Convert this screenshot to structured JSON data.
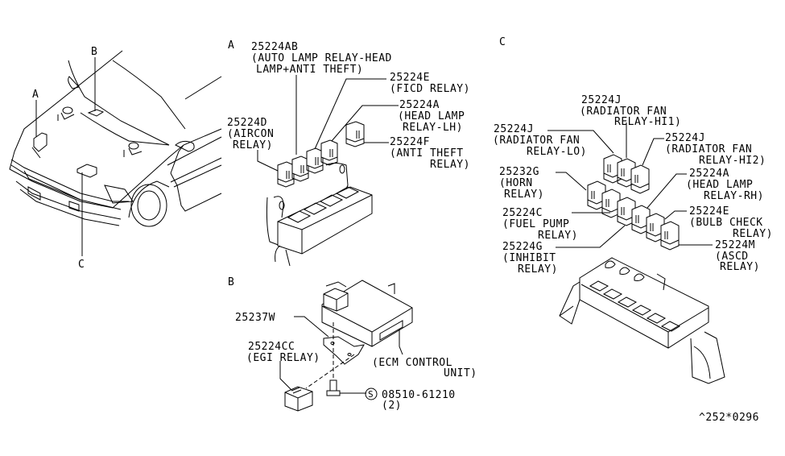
{
  "diagram": {
    "title": "Relay locations",
    "footer_code": "^252*0296",
    "vehicle": {
      "callouts": [
        {
          "id": "A",
          "label": "A"
        },
        {
          "id": "B",
          "label": "B"
        },
        {
          "id": "C",
          "label": "C"
        }
      ]
    },
    "section_a": {
      "heading": "A",
      "parts": [
        {
          "part_no": "25224AB",
          "desc": [
            "(AUTO LAMP RELAY-HEAD",
            "LAMP+ANTI THEFT)"
          ]
        },
        {
          "part_no": "25224E",
          "desc": [
            "(FICD RELAY)"
          ]
        },
        {
          "part_no": "25224A",
          "desc": [
            "(HEAD LAMP",
            "RELAY-LH)"
          ]
        },
        {
          "part_no": "25224D",
          "desc": [
            "(AIRCON",
            "RELAY)"
          ]
        },
        {
          "part_no": "25224F",
          "desc": [
            "(ANTI THEFT",
            "RELAY)"
          ]
        }
      ]
    },
    "section_b": {
      "heading": "B",
      "parts": [
        {
          "part_no": "25237W",
          "desc": []
        },
        {
          "part_no": "25224CC",
          "desc": [
            "(EGI RELAY)"
          ]
        },
        {
          "part_no": "",
          "desc": [
            "(ECM CONTROL",
            "UNIT)"
          ]
        },
        {
          "part_no": "08510-61210",
          "desc": [
            "(2)"
          ],
          "symbol": "S"
        }
      ]
    },
    "section_c": {
      "heading": "C",
      "parts": [
        {
          "part_no": "25224J",
          "desc": [
            "(RADIATOR FAN",
            "RELAY-HI1)"
          ]
        },
        {
          "part_no": "25224J",
          "desc": [
            "(RADIATOR FAN",
            "RELAY-LO)"
          ]
        },
        {
          "part_no": "25224J",
          "desc": [
            "(RADIATOR FAN",
            "RELAY-HI2)"
          ]
        },
        {
          "part_no": "25232G",
          "desc": [
            "(HORN",
            "RELAY)"
          ]
        },
        {
          "part_no": "25224A",
          "desc": [
            "(HEAD LAMP",
            "RELAY-RH)"
          ]
        },
        {
          "part_no": "25224C",
          "desc": [
            "(FUEL PUMP",
            "RELAY)"
          ]
        },
        {
          "part_no": "25224E",
          "desc": [
            "(BULB CHECK",
            "RELAY)"
          ]
        },
        {
          "part_no": "25224G",
          "desc": [
            "(INHIBIT",
            "RELAY)"
          ]
        },
        {
          "part_no": "25224M",
          "desc": [
            "(ASCD",
            "RELAY)"
          ]
        }
      ]
    }
  }
}
